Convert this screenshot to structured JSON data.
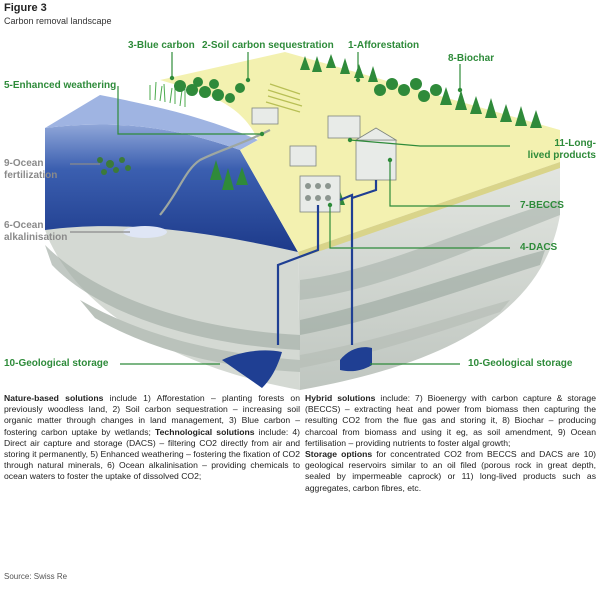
{
  "figure": {
    "title": "Figure 3",
    "subtitle": "Carbon removal landscape",
    "source": "Source: Swiss Re"
  },
  "labels": {
    "blue_carbon": "3-Blue carbon",
    "soil_carbon": "2-Soil carbon sequestration",
    "afforestation": "1-Afforestation",
    "biochar": "8-Biochar",
    "enhanced_weathering": "5-Enhanced weathering",
    "long_lived_1": "11-Long-",
    "long_lived_2": "lived products",
    "ocean_fert_1": "9-Ocean",
    "ocean_fert_2": "fertilization",
    "ocean_alk_1": "6-Ocean",
    "ocean_alk_2": "alkalinisation",
    "beccs": "7-BECCS",
    "dacs": "4-DACS",
    "geo_storage_left": "10-Geological storage",
    "geo_storage_right": "10-Geological storage"
  },
  "left_text": {
    "nature_heading": "Nature-based solutions",
    "nature_body": "include 1) Afforestation – planting forests on previously woodless land, 2) Soil carbon sequestration – increasing soil organic matter through changes in land management, 3) Blue carbon – fostering carbon uptake by wetlands;",
    "tech_heading": "Technological solutions",
    "tech_body": "include: 4) Direct air capture and storage (DACS) – filtering CO2 directly from air and storing it permanently, 5) Enhanced weathering – fostering the fixation of CO2 through natural minerals, 6) Ocean alkalinisation – providing chemicals to ocean waters to foster the uptake of dissolved CO2;"
  },
  "right_text": {
    "hybrid_heading": "Hybrid solutions",
    "hybrid_body": "include: 7) Bioenergy with carbon capture & storage (BECCS) – extracting heat and power from biomass then capturing the resulting CO2 from the flue gas and storing it, 8) Biochar – producing charcoal from biomass and using it eg, as soil amendment, 9) Ocean fertilisation – providing nutrients to foster algal growth;",
    "storage_heading": "Storage options",
    "storage_body": "for concentrated CO2 from BECCS and DACS are 10) geological reservoirs similar to an oil filed (porous rock in great depth, sealed by impermeable caprock) or 11) long-lived products such as aggregates, carbon fibres, etc."
  },
  "colors": {
    "label_green": "#2e8b3a",
    "label_gray": "#8a8a8a",
    "ocean_blue": "#2a4ea0",
    "ground_top": "#f3f1b0",
    "rock_gray": "#c9cfc9",
    "storage_blue": "#1f3f93"
  }
}
